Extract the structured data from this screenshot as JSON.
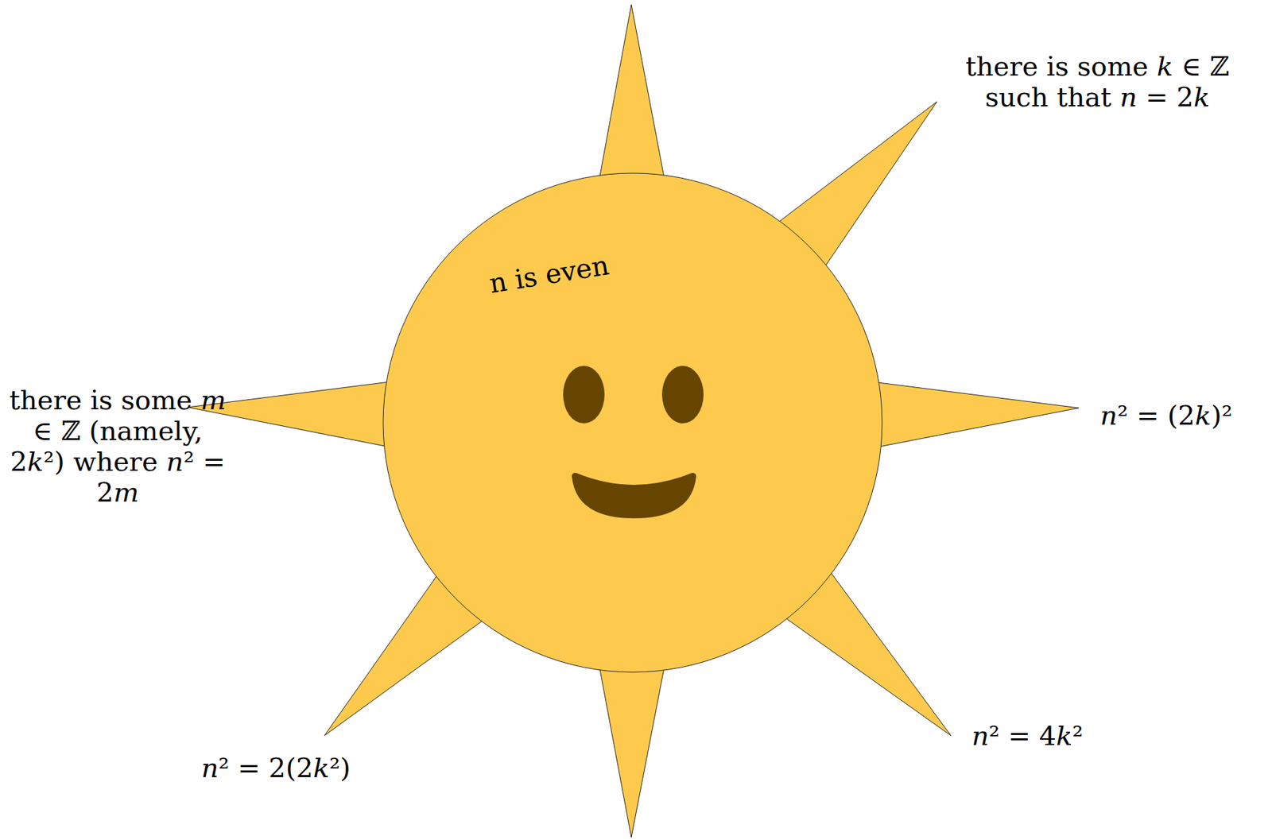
{
  "diagram": {
    "nodes": [
      {
        "text": [
          "n is even"
        ]
      }
    ],
    "labels": [
      "there is some k ∈ ℤ such that n = 2k",
      "n² = (2k)²",
      "n² = 4k²",
      "n² = 2(2k²)",
      "there is some m ∈ ℤ (namely, 2k²) where n² = 2m"
    ]
  }
}
